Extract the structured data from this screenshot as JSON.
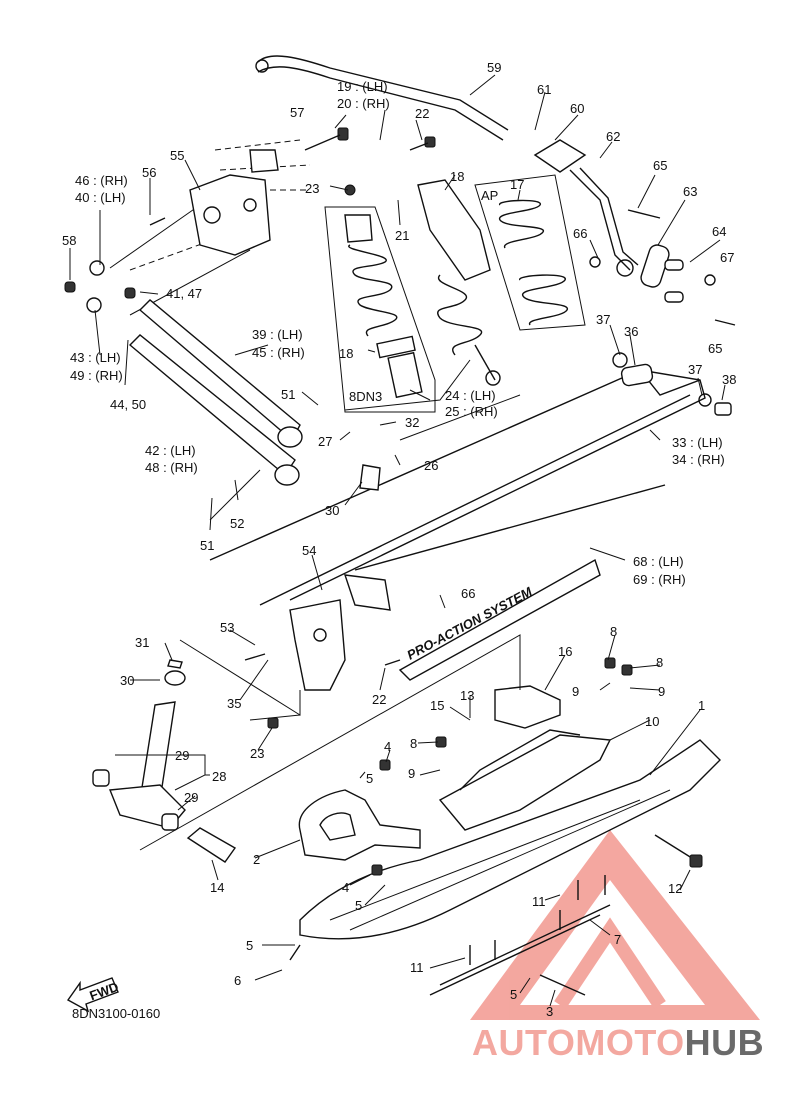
{
  "diagram_code": "8DN3100-0160",
  "fwd_label": "FWD",
  "suspension_label": "8DN3",
  "ap_label": "AP",
  "decal_text": "PRO-ACTION SYSTEM",
  "watermark": {
    "part1": "AUTOMOTO",
    "part2": "HUB",
    "color": "#f3a8a0",
    "tri_color": "#f08a80"
  },
  "callouts": [
    {
      "text": "59"
    },
    {
      "text": "61"
    },
    {
      "text": "60"
    },
    {
      "text": "62"
    },
    {
      "text": "19 : (LH)"
    },
    {
      "text": "20 : (RH)"
    },
    {
      "text": "57"
    },
    {
      "text": "22"
    },
    {
      "text": "55"
    },
    {
      "text": "56"
    },
    {
      "text": "46 : (RH)"
    },
    {
      "text": "40 : (LH)"
    },
    {
      "text": "23"
    },
    {
      "text": "18"
    },
    {
      "text": "17"
    },
    {
      "text": "21"
    },
    {
      "text": "65"
    },
    {
      "text": "63"
    },
    {
      "text": "66"
    },
    {
      "text": "64"
    },
    {
      "text": "67"
    },
    {
      "text": "58"
    },
    {
      "text": "41, 47"
    },
    {
      "text": "43 : (LH)"
    },
    {
      "text": "49 : (RH)"
    },
    {
      "text": "44, 50"
    },
    {
      "text": "39 : (LH)"
    },
    {
      "text": "45 : (RH)"
    },
    {
      "text": "18"
    },
    {
      "text": "37"
    },
    {
      "text": "36"
    },
    {
      "text": "65"
    },
    {
      "text": "37"
    },
    {
      "text": "38"
    },
    {
      "text": "24 : (LH)"
    },
    {
      "text": "25 : (RH)"
    },
    {
      "text": "51"
    },
    {
      "text": "32"
    },
    {
      "text": "27"
    },
    {
      "text": "33 : (LH)"
    },
    {
      "text": "34 : (RH)"
    },
    {
      "text": "42 : (LH)"
    },
    {
      "text": "48 : (RH)"
    },
    {
      "text": "26"
    },
    {
      "text": "52"
    },
    {
      "text": "30"
    },
    {
      "text": "51"
    },
    {
      "text": "68 : (LH)"
    },
    {
      "text": "69 : (RH)"
    },
    {
      "text": "54"
    },
    {
      "text": "66"
    },
    {
      "text": "53"
    },
    {
      "text": "31"
    },
    {
      "text": "16"
    },
    {
      "text": "8"
    },
    {
      "text": "8"
    },
    {
      "text": "30"
    },
    {
      "text": "22"
    },
    {
      "text": "13"
    },
    {
      "text": "9"
    },
    {
      "text": "9"
    },
    {
      "text": "35"
    },
    {
      "text": "15"
    },
    {
      "text": "1"
    },
    {
      "text": "10"
    },
    {
      "text": "23"
    },
    {
      "text": "4"
    },
    {
      "text": "8"
    },
    {
      "text": "29"
    },
    {
      "text": "28"
    },
    {
      "text": "5"
    },
    {
      "text": "9"
    },
    {
      "text": "29"
    },
    {
      "text": "2"
    },
    {
      "text": "14"
    },
    {
      "text": "4"
    },
    {
      "text": "5"
    },
    {
      "text": "11"
    },
    {
      "text": "12"
    },
    {
      "text": "7"
    },
    {
      "text": "5"
    },
    {
      "text": "6"
    },
    {
      "text": "11"
    },
    {
      "text": "5"
    },
    {
      "text": "3"
    }
  ]
}
